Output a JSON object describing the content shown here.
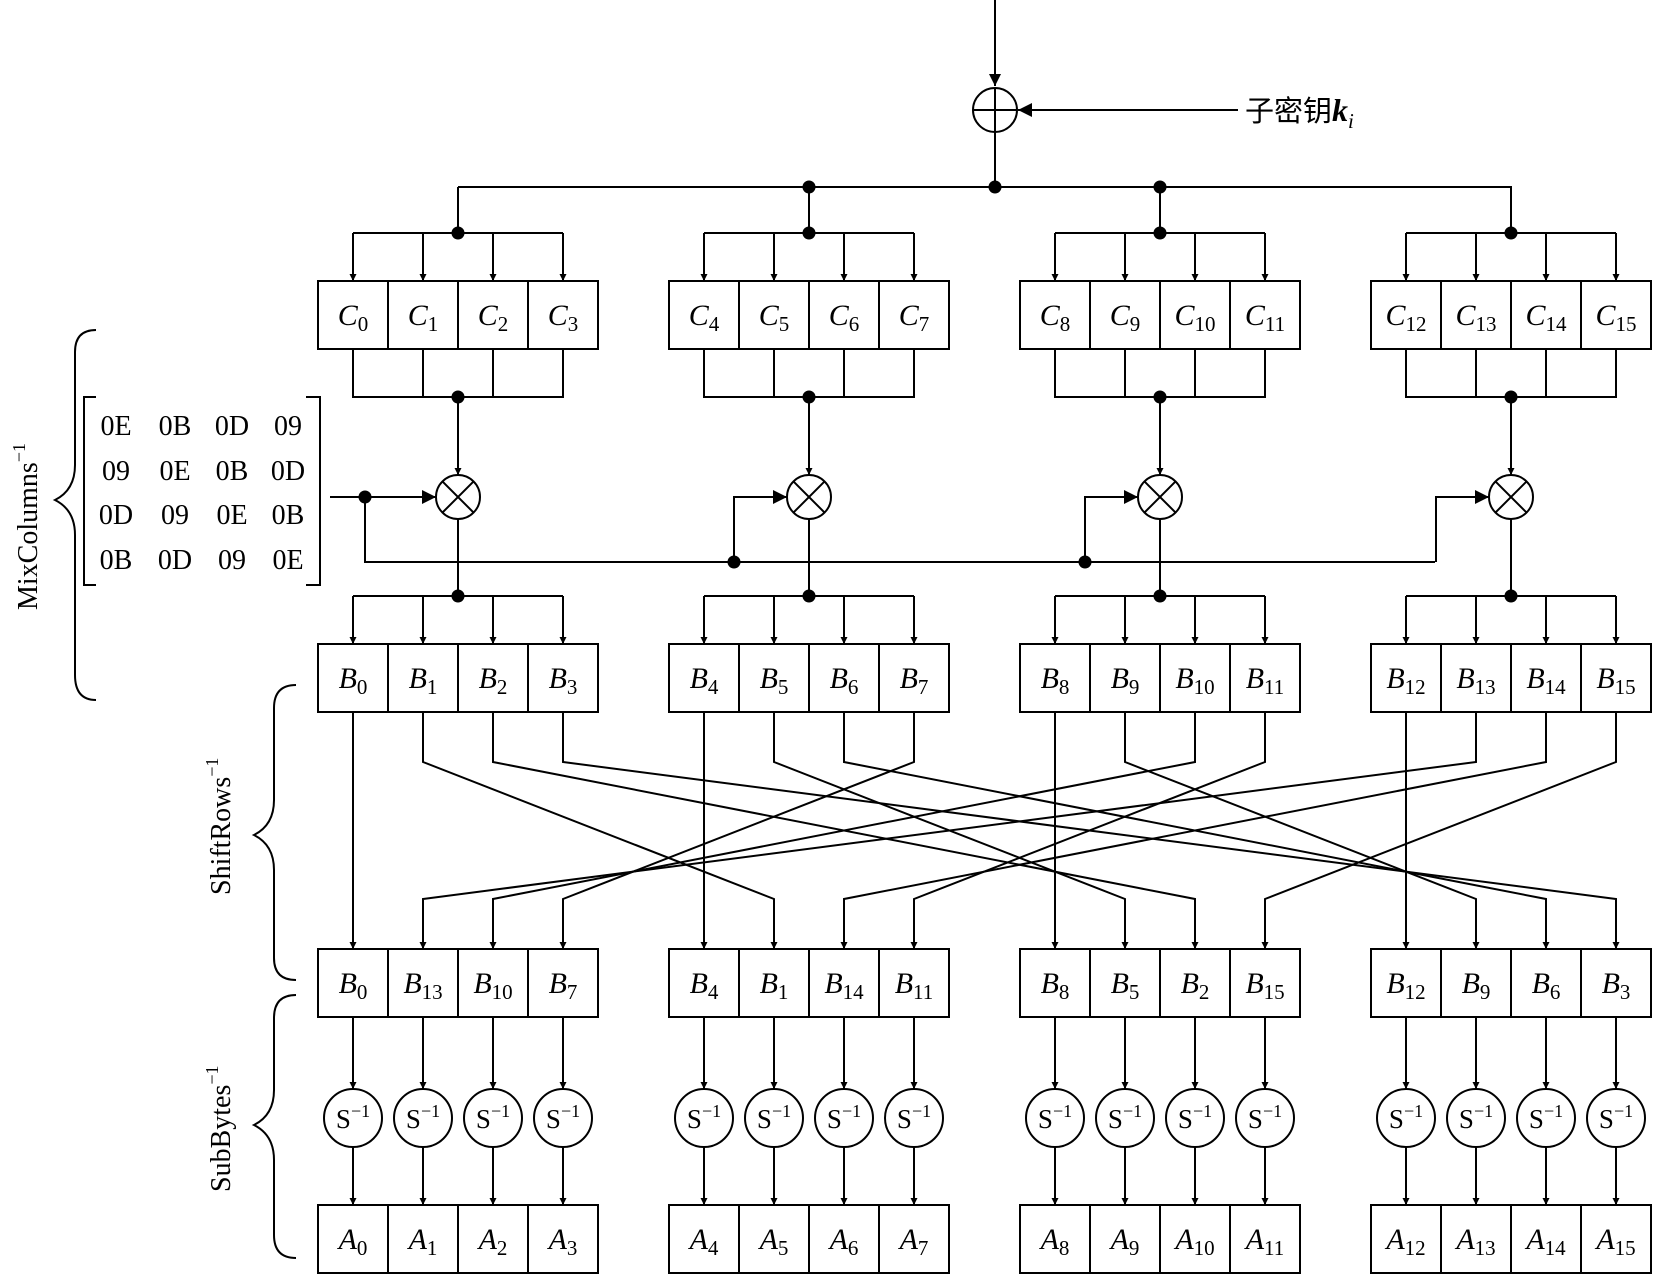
{
  "subkey": {
    "prefix": "子密钥",
    "symbol": "k",
    "index": "i"
  },
  "stage_labels": {
    "mix_columns": {
      "name": "MixColumns",
      "superscript": "−1"
    },
    "shift_rows": {
      "name": "ShiftRows",
      "superscript": "−1"
    },
    "sub_bytes": {
      "name": "SubBytes",
      "superscript": "−1"
    }
  },
  "matrix": [
    [
      "0E",
      "0B",
      "0D",
      "09"
    ],
    [
      "09",
      "0E",
      "0B",
      "0D"
    ],
    [
      "0D",
      "09",
      "0E",
      "0B"
    ],
    [
      "0B",
      "0D",
      "09",
      "0E"
    ]
  ],
  "rows": {
    "c_row": [
      {
        "letter": "C",
        "sub": "0"
      },
      {
        "letter": "C",
        "sub": "1"
      },
      {
        "letter": "C",
        "sub": "2"
      },
      {
        "letter": "C",
        "sub": "3"
      },
      {
        "letter": "C",
        "sub": "4"
      },
      {
        "letter": "C",
        "sub": "5"
      },
      {
        "letter": "C",
        "sub": "6"
      },
      {
        "letter": "C",
        "sub": "7"
      },
      {
        "letter": "C",
        "sub": "8"
      },
      {
        "letter": "C",
        "sub": "9"
      },
      {
        "letter": "C",
        "sub": "10"
      },
      {
        "letter": "C",
        "sub": "11"
      },
      {
        "letter": "C",
        "sub": "12"
      },
      {
        "letter": "C",
        "sub": "13"
      },
      {
        "letter": "C",
        "sub": "14"
      },
      {
        "letter": "C",
        "sub": "15"
      }
    ],
    "b_row": [
      {
        "letter": "B",
        "sub": "0"
      },
      {
        "letter": "B",
        "sub": "1"
      },
      {
        "letter": "B",
        "sub": "2"
      },
      {
        "letter": "B",
        "sub": "3"
      },
      {
        "letter": "B",
        "sub": "4"
      },
      {
        "letter": "B",
        "sub": "5"
      },
      {
        "letter": "B",
        "sub": "6"
      },
      {
        "letter": "B",
        "sub": "7"
      },
      {
        "letter": "B",
        "sub": "8"
      },
      {
        "letter": "B",
        "sub": "9"
      },
      {
        "letter": "B",
        "sub": "10"
      },
      {
        "letter": "B",
        "sub": "11"
      },
      {
        "letter": "B",
        "sub": "12"
      },
      {
        "letter": "B",
        "sub": "13"
      },
      {
        "letter": "B",
        "sub": "14"
      },
      {
        "letter": "B",
        "sub": "15"
      }
    ],
    "shifted_row": [
      {
        "letter": "B",
        "sub": "0"
      },
      {
        "letter": "B",
        "sub": "13"
      },
      {
        "letter": "B",
        "sub": "10"
      },
      {
        "letter": "B",
        "sub": "7"
      },
      {
        "letter": "B",
        "sub": "4"
      },
      {
        "letter": "B",
        "sub": "1"
      },
      {
        "letter": "B",
        "sub": "14"
      },
      {
        "letter": "B",
        "sub": "11"
      },
      {
        "letter": "B",
        "sub": "8"
      },
      {
        "letter": "B",
        "sub": "5"
      },
      {
        "letter": "B",
        "sub": "2"
      },
      {
        "letter": "B",
        "sub": "15"
      },
      {
        "letter": "B",
        "sub": "12"
      },
      {
        "letter": "B",
        "sub": "9"
      },
      {
        "letter": "B",
        "sub": "6"
      },
      {
        "letter": "B",
        "sub": "3"
      }
    ],
    "a_row": [
      {
        "letter": "A",
        "sub": "0"
      },
      {
        "letter": "A",
        "sub": "1"
      },
      {
        "letter": "A",
        "sub": "2"
      },
      {
        "letter": "A",
        "sub": "3"
      },
      {
        "letter": "A",
        "sub": "4"
      },
      {
        "letter": "A",
        "sub": "5"
      },
      {
        "letter": "A",
        "sub": "6"
      },
      {
        "letter": "A",
        "sub": "7"
      },
      {
        "letter": "A",
        "sub": "8"
      },
      {
        "letter": "A",
        "sub": "9"
      },
      {
        "letter": "A",
        "sub": "10"
      },
      {
        "letter": "A",
        "sub": "11"
      },
      {
        "letter": "A",
        "sub": "12"
      },
      {
        "letter": "A",
        "sub": "13"
      },
      {
        "letter": "A",
        "sub": "14"
      },
      {
        "letter": "A",
        "sub": "15"
      }
    ]
  },
  "sbox_label": {
    "base": "S",
    "superscript": "−1"
  },
  "shift_map": [
    0,
    13,
    10,
    7,
    4,
    1,
    14,
    11,
    8,
    5,
    2,
    15,
    12,
    9,
    6,
    3
  ]
}
